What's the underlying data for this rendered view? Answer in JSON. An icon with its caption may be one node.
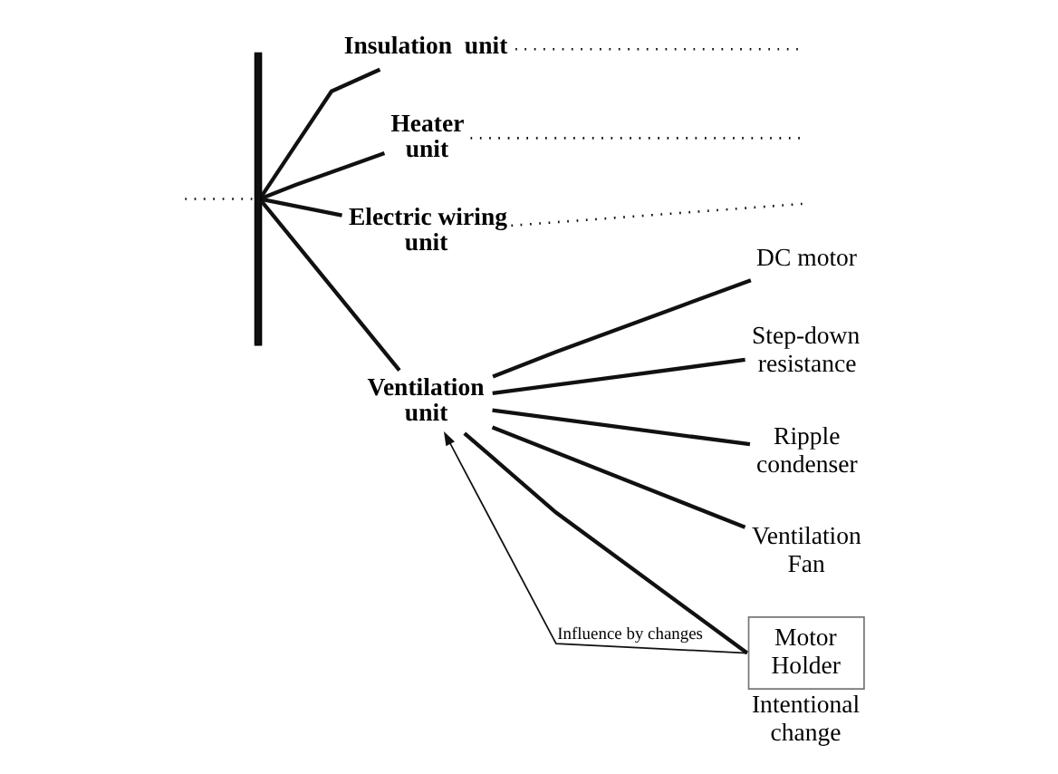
{
  "diagram": {
    "nodes": [
      {
        "text": [],
        "shape": "bar"
      },
      {
        "text": [
          "Insulation  unit"
        ]
      },
      {
        "text": [
          "Heater unit"
        ]
      },
      {
        "text": [
          "Electric wiring unit"
        ]
      },
      {
        "text": [
          "Ventilation unit"
        ]
      },
      {
        "text": [
          "DC motor"
        ]
      },
      {
        "text": [
          "Step-down resistance"
        ]
      },
      {
        "text": [
          "Ripple condenser"
        ]
      },
      {
        "text": [
          "Ventilation Fan"
        ]
      },
      {
        "text": [
          "Motor Holder"
        ],
        "beside": [
          "Intentional change"
        ]
      }
    ],
    "edges": [
      {
        "from": null,
        "to": 0,
        "arrow": "none",
        "style": "dashed"
      },
      {
        "from": 0,
        "to": 1,
        "arrow": "none"
      },
      {
        "from": 0,
        "to": 2,
        "arrow": "none"
      },
      {
        "from": 0,
        "to": 3,
        "arrow": "none"
      },
      {
        "from": 0,
        "to": 4,
        "arrow": "none"
      },
      {
        "from": 1,
        "to": null,
        "arrow": "none",
        "style": "dashed"
      },
      {
        "from": 2,
        "to": null,
        "arrow": "none",
        "style": "dashed"
      },
      {
        "from": 3,
        "to": null,
        "arrow": "none",
        "style": "dashed"
      },
      {
        "from": 4,
        "to": 5,
        "arrow": "none"
      },
      {
        "from": 4,
        "to": 6,
        "arrow": "none"
      },
      {
        "from": 4,
        "to": 7,
        "arrow": "none"
      },
      {
        "from": 4,
        "to": 8,
        "arrow": "none"
      },
      {
        "from": 4,
        "to": 9,
        "arrow": "none"
      },
      {
        "from": 9,
        "to": 4,
        "arrow": "to",
        "label": "Influence by changes"
      }
    ]
  }
}
